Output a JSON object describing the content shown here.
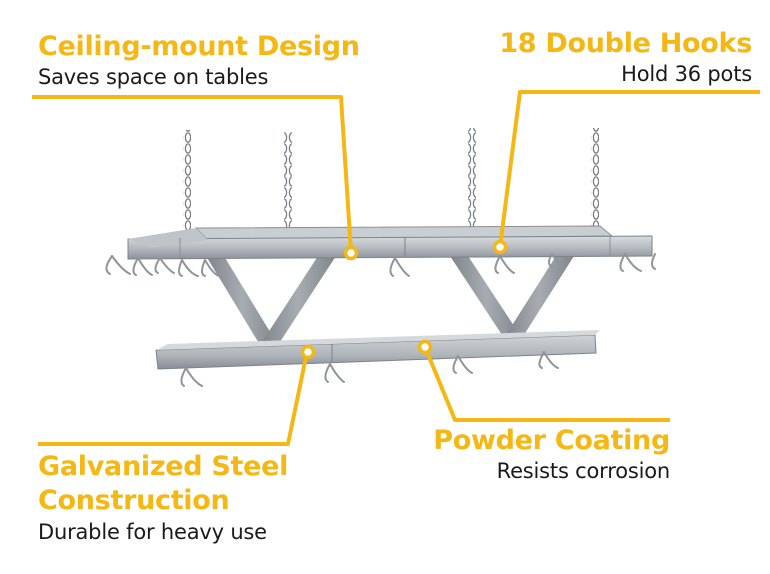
{
  "accent_color": "#F4B713",
  "product_illustration": "ceiling pot rack with chains and double hooks",
  "features": {
    "ceiling": {
      "title": "Ceiling-mount Design",
      "description": "Saves space on tables"
    },
    "hooks": {
      "title": "18 Double Hooks",
      "description": "Hold 36 pots"
    },
    "steel": {
      "title_line1": "Galvanized Steel",
      "title_line2": "Construction",
      "description": "Durable for heavy use"
    },
    "powder": {
      "title": "Powder Coating",
      "description": "Resists corrosion"
    }
  }
}
